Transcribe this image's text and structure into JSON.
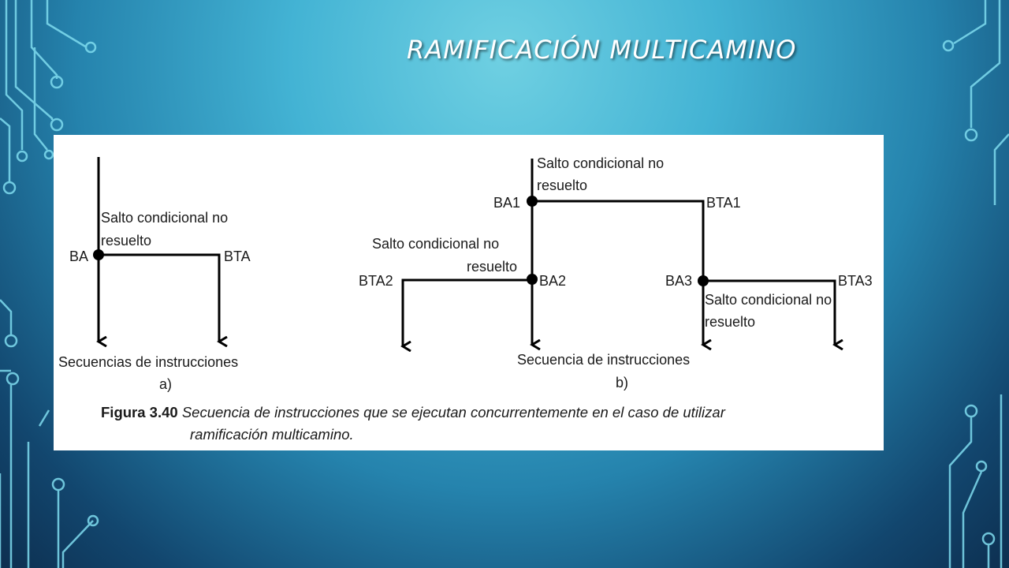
{
  "slide": {
    "title": "RAMIFICACIÓN MULTICAMINO"
  },
  "figure": {
    "a": {
      "branch_point": "BA",
      "branch_target": "BTA",
      "condition_line1": "Salto condicional no",
      "condition_line2": "resuelto",
      "sequences_label": "Secuencias de instrucciones",
      "sub_label": "a)"
    },
    "b": {
      "ba1": "BA1",
      "bta1": "BTA1",
      "ba2": "BA2",
      "bta2": "BTA2",
      "ba3": "BA3",
      "bta3": "BTA3",
      "cond_top_line1": "Salto condicional no",
      "cond_top_line2": "resuelto",
      "cond_left_line1": "Salto condicional no",
      "cond_left_line2": "resuelto",
      "cond_right_line1": "Salto condicional no",
      "cond_right_line2": "resuelto",
      "sequence_label": "Secuencia de instrucciones",
      "sub_label": "b)"
    },
    "caption": {
      "label": "Figura 3.40",
      "text_line1": "Secuencia de instrucciones que se ejecutan concurrentemente en el caso de utilizar",
      "text_line2": "ramificación multicamino."
    }
  }
}
